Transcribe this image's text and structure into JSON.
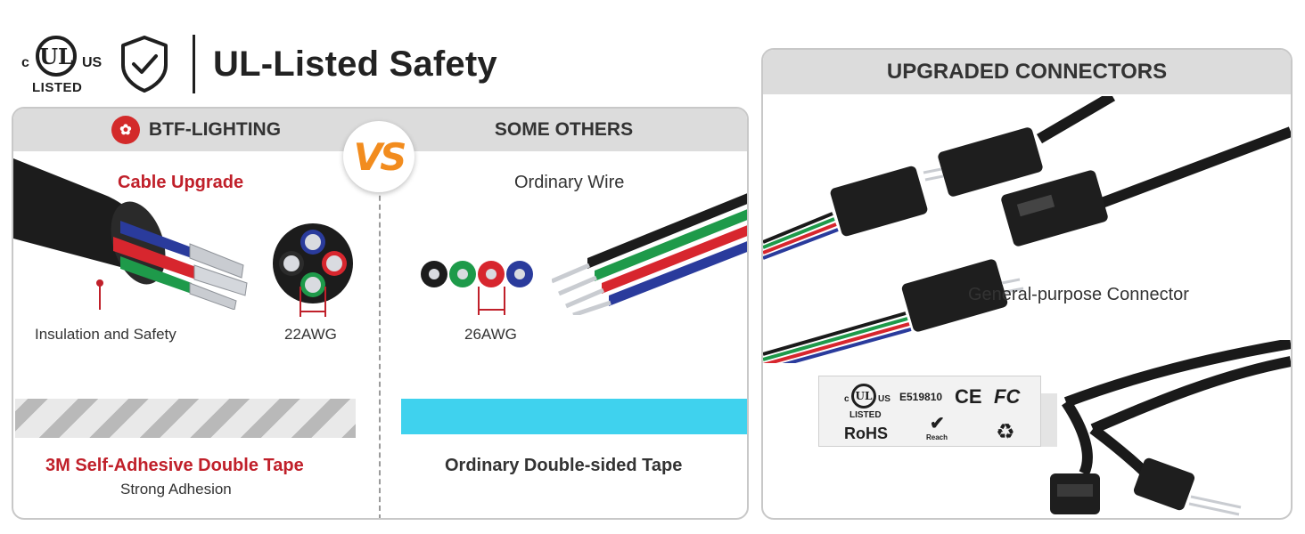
{
  "header": {
    "ul_logo": {
      "c": "c",
      "ul": "UL",
      "us": "US",
      "listed": "LISTED"
    },
    "shield_icon": "shield-check-icon",
    "title": "UL-Listed Safety"
  },
  "comparison": {
    "left": {
      "brand_icon": "btf-lighting-logo-icon",
      "brand": "BTF-LIGHTING",
      "cable_title": "Cable Upgrade",
      "insulation_label": "Insulation and Safety",
      "gauge": "22AWG",
      "tape_title": "3M Self-Adhesive Double Tape",
      "tape_subtitle": "Strong Adhesion"
    },
    "vs_text": "VS",
    "right": {
      "heading": "SOME OTHERS",
      "wire_title": "Ordinary Wire",
      "gauge": "26AWG",
      "tape_title": "Ordinary Double-sided Tape"
    }
  },
  "connectors": {
    "heading": "UPGRADED CONNECTORS",
    "caption": "General-purpose Connector",
    "cert_card": {
      "ul_c": "c",
      "ul": "UL",
      "ul_us": "US",
      "ul_listed": "LISTED",
      "file_number": "E519810",
      "ce": "CE",
      "fc": "FC",
      "rohs": "RoHS",
      "reach": "Reach",
      "recycle_icon": "recycle-icon"
    }
  },
  "colors": {
    "accent_red": "#c0202a",
    "vs_orange": "#f28c1e",
    "tape_cyan": "#3fd2ee",
    "header_gray": "#dcdcdc",
    "wire_red": "#d7262e",
    "wire_green": "#1e9a4a",
    "wire_blue": "#2a3b9c",
    "wire_black": "#1a1a1a"
  }
}
